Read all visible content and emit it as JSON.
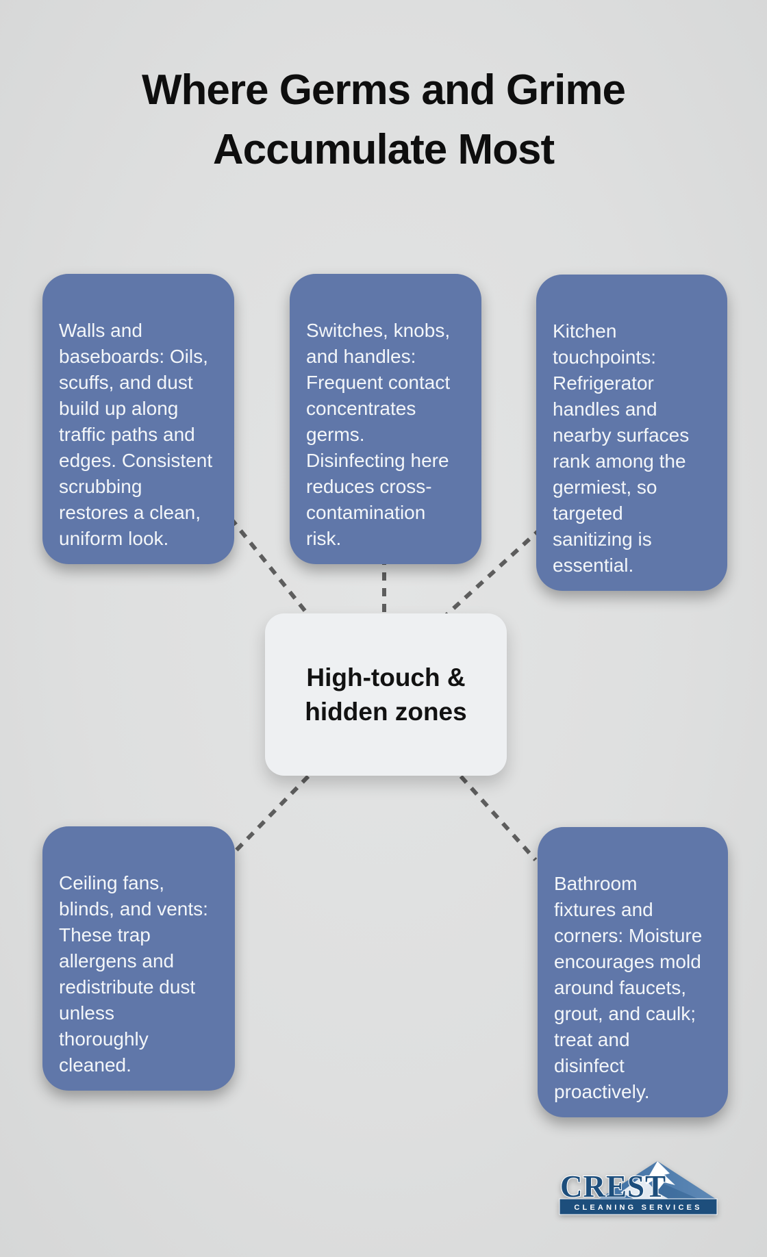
{
  "title": {
    "text": "Where Germs and Grime\nAccumulate Most"
  },
  "center": {
    "label": "High-touch &\nhidden zones"
  },
  "nodes": [
    {
      "id": "walls-baseboards",
      "text": "Walls and\nbaseboards: Oils,\nscuffs, and dust\nbuild up along\ntraffic paths and\nedges. Consistent\nscrubbing\nrestores a clean,\nuniform look."
    },
    {
      "id": "switches-knobs-handles",
      "text": "Switches, knobs,\nand handles:\nFrequent contact\nconcentrates\ngerms.\nDisinfecting here\nreduces cross-\ncontamination\nrisk."
    },
    {
      "id": "kitchen-touchpoints",
      "text": "Kitchen\ntouchpoints:\nRefrigerator\nhandles and\nnearby surfaces\nrank among the\ngermiest, so\ntargeted\nsanitizing is\nessential."
    },
    {
      "id": "ceiling-fans-blinds-vents",
      "text": "Ceiling fans,\nblinds, and vents:\nThese trap\nallergens and\nredistribute dust\nunless\nthoroughly\ncleaned."
    },
    {
      "id": "bathroom-fixtures",
      "text": "Bathroom\nfixtures and\ncorners: Moisture\nencourages mold\naround faucets,\ngrout, and caulk;\ntreat and\ndisinfect\nproactively."
    }
  ],
  "logo": {
    "brand": "CREST",
    "tagline": "CLEANING SERVICES"
  },
  "colors": {
    "background": "#dedfdf",
    "node_bg": "#6077a9",
    "node_text": "#f3f6f9",
    "center_bg": "#eef0f2",
    "center_text": "#121212",
    "connector": "#5d5d5d",
    "title_text": "#0e0e0e",
    "logo_navy": "#1d4e7c",
    "logo_mountain_blue": "#3d6fa3",
    "logo_mountain_light": "#5f89b6",
    "logo_snow": "#ffffff"
  }
}
